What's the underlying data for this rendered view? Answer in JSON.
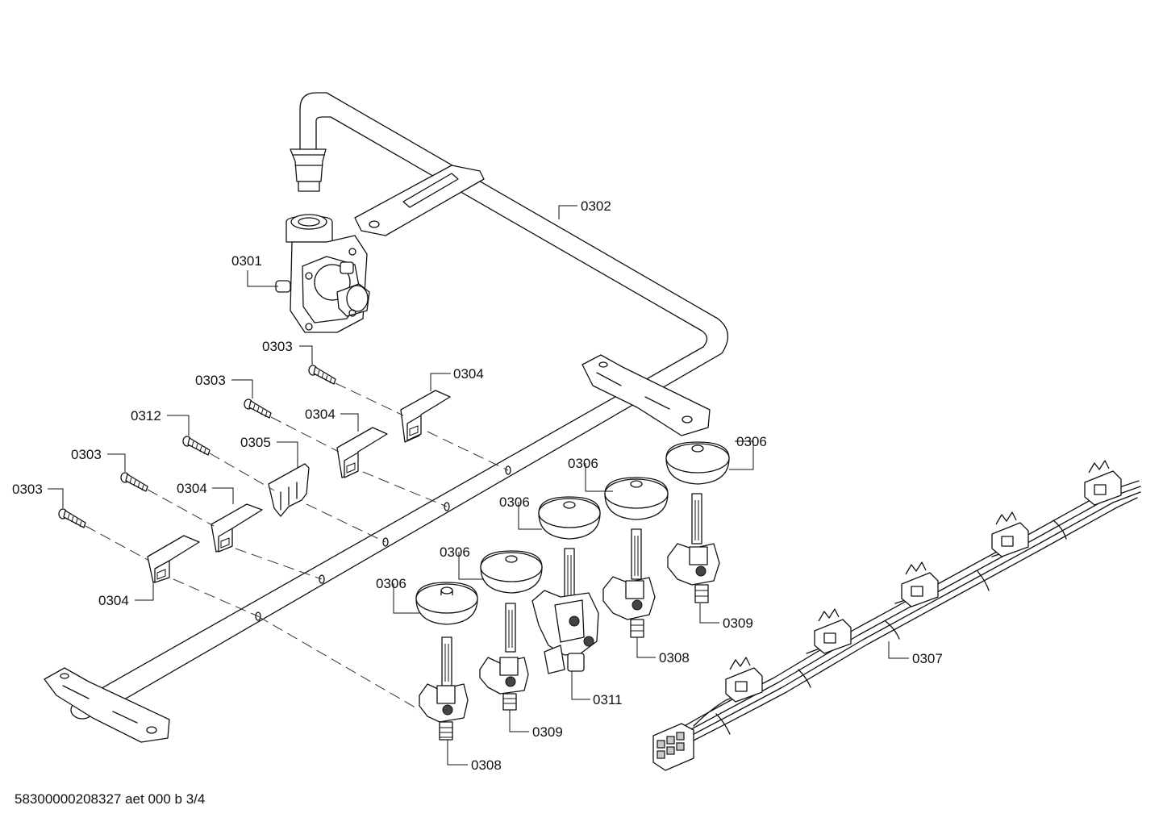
{
  "labels": {
    "l0301": "0301",
    "l0302": "0302",
    "l0303": "0303",
    "l0304": "0304",
    "l0305": "0305",
    "l0306": "0306",
    "l0307": "0307",
    "l0308": "0308",
    "l0309": "0309",
    "l0311": "0311",
    "l0312": "0312"
  },
  "footer": "58300000208327 aet 000 b 3/4"
}
